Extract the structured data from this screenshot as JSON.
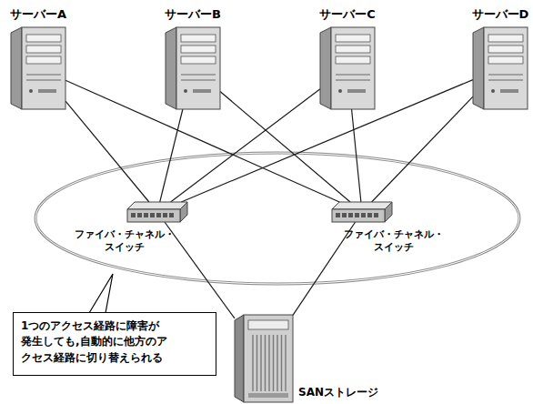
{
  "diagram": {
    "nodes": [
      {
        "text": [
          "サーバーA"
        ]
      },
      {
        "text": [
          "サーバーB"
        ]
      },
      {
        "text": [
          "サーバーC"
        ]
      },
      {
        "text": [
          "サーバーD"
        ]
      },
      {
        "text": [
          "ファイバ・チャネル・ スイッチ"
        ]
      },
      {
        "text": [
          "ファイバ・チャネル・ スイッチ"
        ]
      },
      {
        "text": [
          "SANストレージ"
        ]
      },
      {
        "text": [
          "1つのアクセス経路に障害が 発生しても,自動的に他方のア クセス経路に切り替えられる"
        ]
      }
    ],
    "edges": [
      {
        "from": 0,
        "to": 4,
        "arrow": "none"
      },
      {
        "from": 0,
        "to": 5,
        "arrow": "none"
      },
      {
        "from": 1,
        "to": 4,
        "arrow": "none"
      },
      {
        "from": 1,
        "to": 5,
        "arrow": "none"
      },
      {
        "from": 2,
        "to": 4,
        "arrow": "none"
      },
      {
        "from": 2,
        "to": 5,
        "arrow": "none"
      },
      {
        "from": 3,
        "to": 4,
        "arrow": "none"
      },
      {
        "from": 3,
        "to": 5,
        "arrow": "none"
      },
      {
        "from": 4,
        "to": 6,
        "arrow": "none"
      },
      {
        "from": 5,
        "to": 6,
        "arrow": "none"
      }
    ]
  }
}
